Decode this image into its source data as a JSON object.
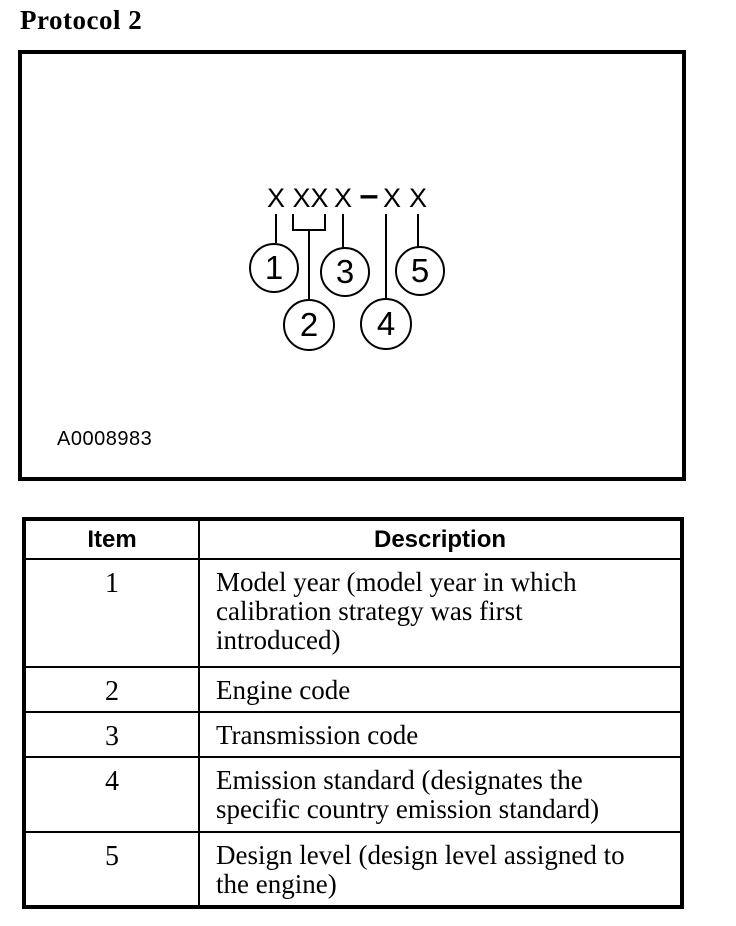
{
  "title": "Protocol 2",
  "figure": {
    "code_parts": {
      "p1": "X",
      "p2": "XX",
      "p3": "X",
      "dash": "–",
      "p4": "X",
      "p5": "X"
    },
    "callouts": [
      {
        "label": "1"
      },
      {
        "label": "2"
      },
      {
        "label": "3"
      },
      {
        "label": "4"
      },
      {
        "label": "5"
      }
    ],
    "figure_id": "A0008983"
  },
  "table": {
    "headers": {
      "item": "Item",
      "description": "Description"
    },
    "rows": [
      {
        "item": "1",
        "description": "Model year (model year in which\ncalibration strategy was first\nintroduced)"
      },
      {
        "item": "2",
        "description": "Engine code"
      },
      {
        "item": "3",
        "description": "Transmission code"
      },
      {
        "item": "4",
        "description": "Emission standard (designates the\nspecific country emission standard)"
      },
      {
        "item": "5",
        "description": "Design level (design level assigned to\nthe engine)"
      }
    ]
  }
}
